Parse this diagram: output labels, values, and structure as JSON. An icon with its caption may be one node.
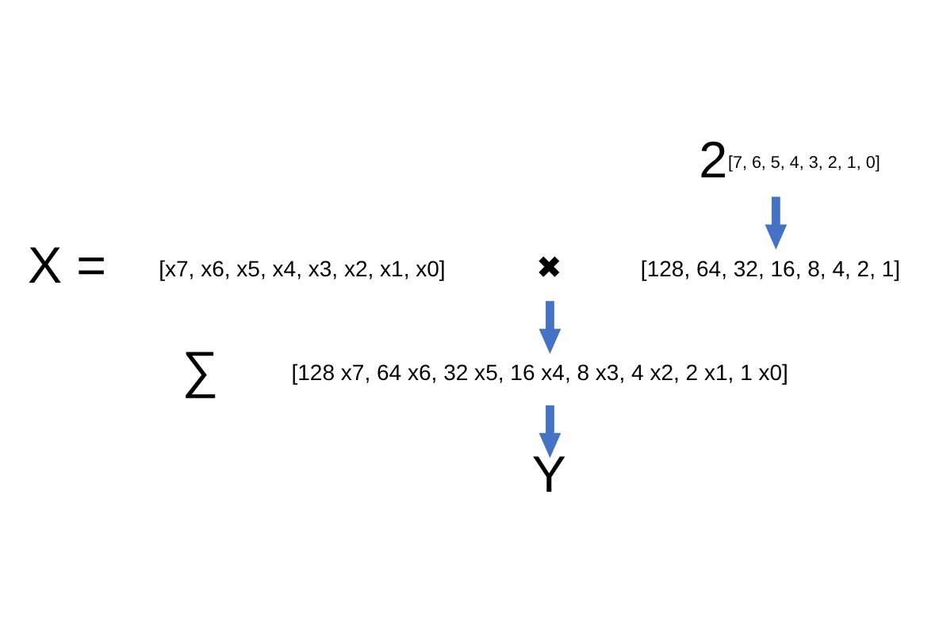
{
  "diagram": {
    "nodes": [
      {
        "text": [
          "2$^{[7, 6, 5, 4, 3, 2, 1, 0]}$"
        ]
      },
      {
        "text": [
          "[x7, x6, x5, x4, x3, x2, x1, x0]"
        ]
      },
      {
        "text": [
          "✖"
        ]
      },
      {
        "text": [
          "[128, 64, 32, 16, 8, 4, 2, 1]"
        ]
      },
      {
        "text": [
          "[128 x7, 64 x6, 32 x5, 16 x4, 8 x3, 4 x2, 2 x1, 1 x0]"
        ]
      },
      {
        "text": [
          "Y"
        ]
      }
    ],
    "edges": [
      {
        "from": 0,
        "to": 3,
        "arrow": "to"
      },
      {
        "from": 2,
        "to": 4,
        "arrow": "to"
      },
      {
        "from": 4,
        "to": 5,
        "arrow": "to"
      }
    ],
    "labels": [
      "X =",
      "∑"
    ]
  }
}
